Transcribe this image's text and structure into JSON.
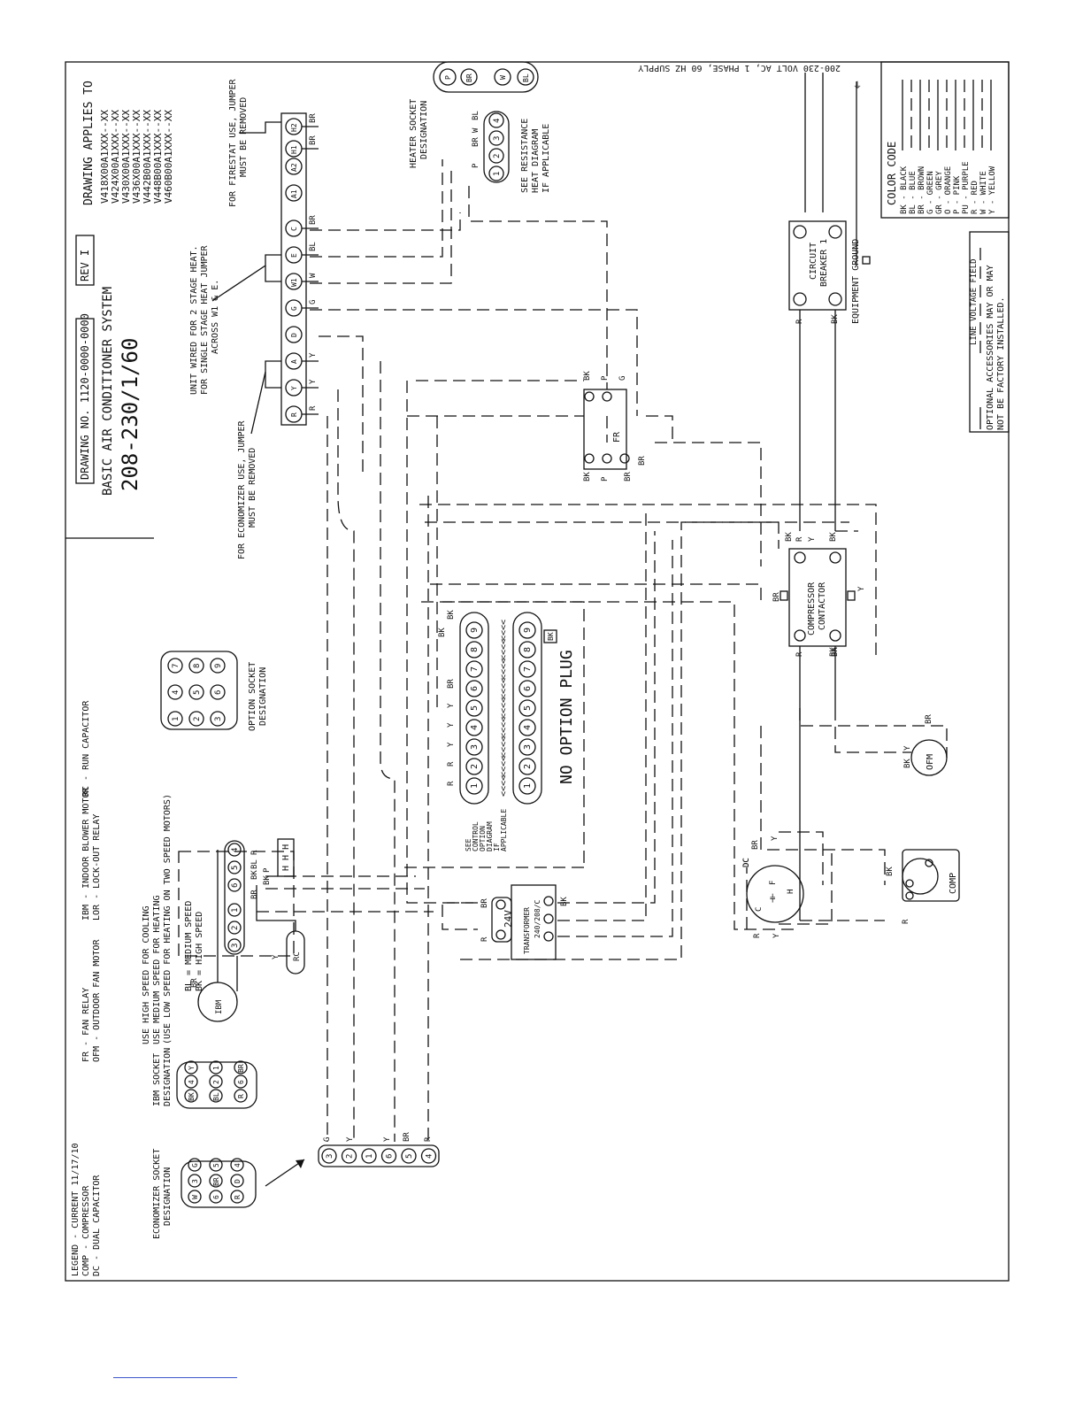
{
  "title_block": {
    "drawing_applies_to_label": "DRAWING APPLIES TO",
    "models": [
      "V418X00A1XXX--XX",
      "V424X00A1XXX--XX",
      "V430X00A1XXX--XX",
      "V436X00A1XXX--XX",
      "V442B00A1XXX--XX",
      "V448B00A1XXX--XX",
      "V460B00A1XXX--XX"
    ],
    "drawing_no": "DRAWING NO. 1120-0000-0000",
    "rev": "REV I",
    "system": "BASIC AIR CONDITIONER SYSTEM",
    "voltage": "208-230/1/60"
  },
  "legend": {
    "label": "LEGEND - CURRENT 11/17/10",
    "items": [
      "COMP - COMPRESSOR",
      "DC   - DUAL CAPACITOR",
      "FR   - FAN RELAY",
      "OFM  - OUTDOOR FAN MOTOR",
      "IBM  - INDOOR BLOWER MOTOR",
      "LOR  - LOCK-OUT RELAY",
      "RC   - RUN CAPACITOR"
    ]
  },
  "color_code": {
    "title": "COLOR CODE",
    "rows": [
      [
        "BK",
        "BLACK"
      ],
      [
        "BL",
        "BLUE"
      ],
      [
        "BR",
        "BROWN"
      ],
      [
        "G",
        "GREEN"
      ],
      [
        "GR",
        "GREY"
      ],
      [
        "O",
        "ORANGE"
      ],
      [
        "P",
        "PINK"
      ],
      [
        "PU",
        "PURPLE"
      ],
      [
        "R",
        "RED"
      ],
      [
        "W",
        "WHITE"
      ],
      [
        "Y",
        "YELLOW"
      ]
    ],
    "line_voltage": "LINE VOLTAGE FIELD",
    "optional_note": [
      "OPTIONAL ACCESSORIES MAY OR MAY",
      "NOT BE FACTORY INSTALLED."
    ]
  },
  "supply": "200-230 VOLT AC, 1 PHASE, 60 HZ SUPPLY",
  "notes": {
    "firestat": [
      "FOR FIRESTAT USE, JUMPER",
      "MUST BE REMOVED"
    ],
    "two_stage": [
      "UNIT WIRED FOR 2 STAGE HEAT.",
      "FOR SINGLE STAGE HEAT JUMPER",
      "ACROSS W1 & E."
    ],
    "economizer": [
      "FOR ECONOMIZER USE, JUMPER",
      "MUST BE REMOVED"
    ],
    "heater_socket": [
      "HEATER SOCKET",
      "DESIGNATION"
    ],
    "resistance": [
      "SEE RESISTANCE",
      "HEAT DIAGRAM",
      "IF APPLICABLE"
    ],
    "option_socket": [
      "OPTION SOCKET",
      "DESIGNATION"
    ],
    "ibm_socket": [
      "IBM SOCKET",
      "DESIGNATION"
    ],
    "economizer_socket": [
      "ECONOMIZER SOCKET",
      "DESIGNATION"
    ],
    "speeds": [
      "USE HIGH SPEED FOR COOLING",
      "USE MEDIUM SPEED FOR HEATING",
      "(USE LOW SPEED FOR HEATING ON TWO SPEED MOTORS)"
    ],
    "speed_colors": [
      "BL = MEDIUM SPEED",
      "BK = HIGH SPEED"
    ],
    "control_option": [
      "SEE",
      "CONTROL",
      "OPTION",
      "DIAGRAM",
      "IF",
      "APPLICABLE"
    ],
    "no_option_plug": "NO OPTION PLUG",
    "equipment_ground": "EQUIPMENT GROUND"
  },
  "terminal_strip": [
    "R",
    "Y",
    "A",
    "D",
    "G",
    "W1",
    "E",
    "C",
    "A1",
    "A2",
    "H1",
    "H2"
  ],
  "components": {
    "circuit_breaker": [
      "CIRCUIT",
      "BREAKER 1"
    ],
    "contactor": [
      "COMPRESSOR",
      "CONTACTOR"
    ],
    "transformer": "TRANSFORMER",
    "transformer_taps": "240/208/C",
    "transformer_sec": "24V",
    "fan_relay": "FR",
    "ofm": "OFM",
    "comp": "COMP",
    "ibm": "IBM",
    "rc": "RC",
    "dc": "DC"
  },
  "plugs": {
    "option_pins": [
      "1",
      "2",
      "3",
      "4",
      "5",
      "6",
      "7",
      "8",
      "9"
    ],
    "econ_pins": [
      "3",
      "2",
      "1",
      "6",
      "5",
      "4"
    ],
    "heater_socket_pins": [
      "P",
      "BR",
      "W",
      "BL"
    ],
    "ibm_plug_pins": [
      "3",
      "2",
      "1",
      "6",
      "5",
      "4"
    ],
    "resist_pins": [
      "1",
      "2",
      "3",
      "4"
    ]
  },
  "wire_labels": {
    "strip": [
      "R",
      "Y",
      "Y",
      "G",
      "W",
      "BL",
      "BR",
      "BR",
      "BR"
    ],
    "heater": [
      "P",
      "BR",
      "W",
      "BL"
    ],
    "econ": [
      "G",
      "Y",
      "Y",
      "BR",
      "R"
    ],
    "ibm_colors": [
      "R",
      "BL",
      "BK",
      "BR",
      "P",
      "BK",
      "Y",
      "BR"
    ],
    "option_top": [
      "R",
      "R",
      "Y",
      "Y",
      "Y",
      "BR",
      "BK",
      "BK"
    ],
    "breaker": [
      "R",
      "BK"
    ],
    "contactor": [
      "BK",
      "R",
      "Y",
      "BK",
      "BR",
      "R",
      "BK",
      "Y"
    ],
    "fr": [
      "BK",
      "BK",
      "P",
      "P",
      "G",
      "BR",
      "BR"
    ],
    "transformer": [
      "BR",
      "R",
      "BK"
    ],
    "comp": [
      "Y",
      "BK",
      "R",
      "BR",
      "DC",
      "R",
      "Y"
    ],
    "ofm": [
      "BR",
      "Y",
      "BK",
      "BK"
    ]
  }
}
